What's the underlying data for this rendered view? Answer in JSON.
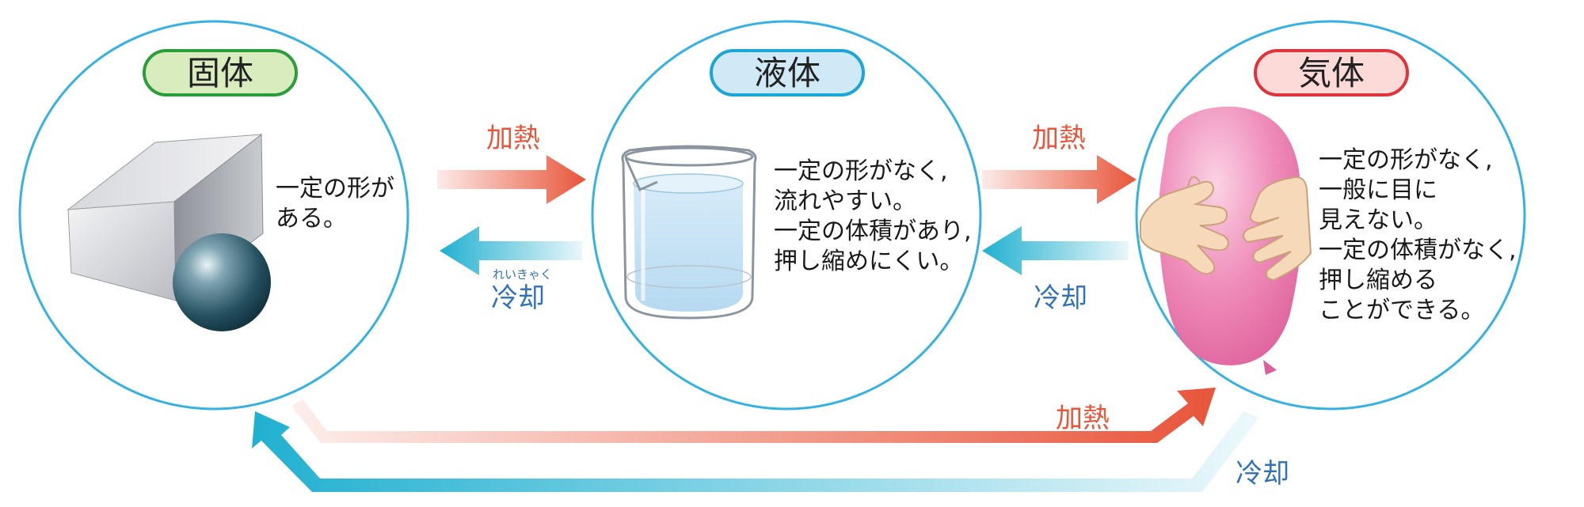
{
  "states": {
    "solid": {
      "label": "固体",
      "pill_color": "#2a9e3a",
      "pill_fill": "#d9ecbe",
      "description": [
        "一定の形が",
        "ある。"
      ]
    },
    "liquid": {
      "label": "液体",
      "pill_color": "#1aa6d8",
      "pill_fill": "#cfe9f6",
      "description": [
        "一定の形がなく,",
        "流れやすい。",
        "一定の体積があり,",
        "押し縮めにくい。"
      ]
    },
    "gas": {
      "label": "気体",
      "pill_color": "#e0333a",
      "pill_fill": "#fbdad8",
      "description": [
        "一定の形がなく,",
        "一般に目に",
        "見えない。",
        "一定の体積がなく,",
        "押し縮める",
        "ことができる。"
      ]
    }
  },
  "arrows": {
    "solid_to_liquid": "加熱",
    "liquid_to_solid": "冷却",
    "liquid_to_solid_ruby": "れいきゃく",
    "liquid_to_gas": "加熱",
    "gas_to_liquid": "冷却",
    "solid_to_gas": "加熱",
    "gas_to_solid": "冷却"
  },
  "colors": {
    "circle_border": "#35b2e2",
    "heat": "#e8553a",
    "cool_text": "#2f72b8",
    "cool_arrow": "#21b0d0"
  }
}
